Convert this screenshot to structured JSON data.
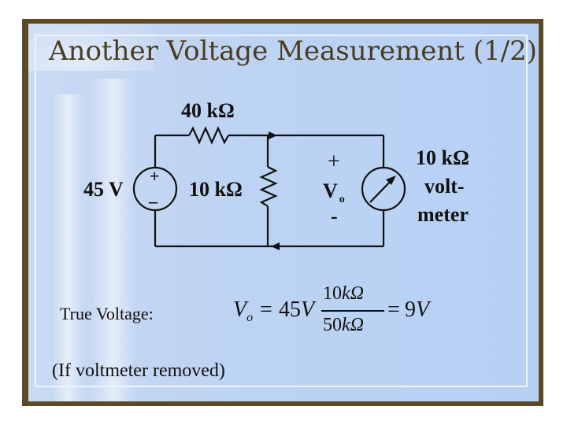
{
  "slide": {
    "title": "Another Voltage Measurement (1/2)"
  },
  "circuit": {
    "top_resistor": "40 kΩ",
    "source_voltage": "45 V",
    "source_plus": "+",
    "source_minus": "–",
    "shunt_resistor": "10 kΩ",
    "vo_plus": "+",
    "vo_label": "V",
    "vo_sub": "o",
    "vo_minus": "-",
    "meter_resistance": "10 kΩ",
    "meter_line1": "volt-",
    "meter_line2": "meter"
  },
  "equation": {
    "true_label": "True Voltage:",
    "lhs_var": "V",
    "lhs_sub": "o",
    "equals1": "=",
    "coef": "45",
    "coef_unit": "V",
    "num_value": "10",
    "num_unit": "kΩ",
    "den_value": "50",
    "den_unit": "kΩ",
    "equals2": "=",
    "result_value": "9",
    "result_unit": "V"
  },
  "note": "(If voltmeter removed)"
}
